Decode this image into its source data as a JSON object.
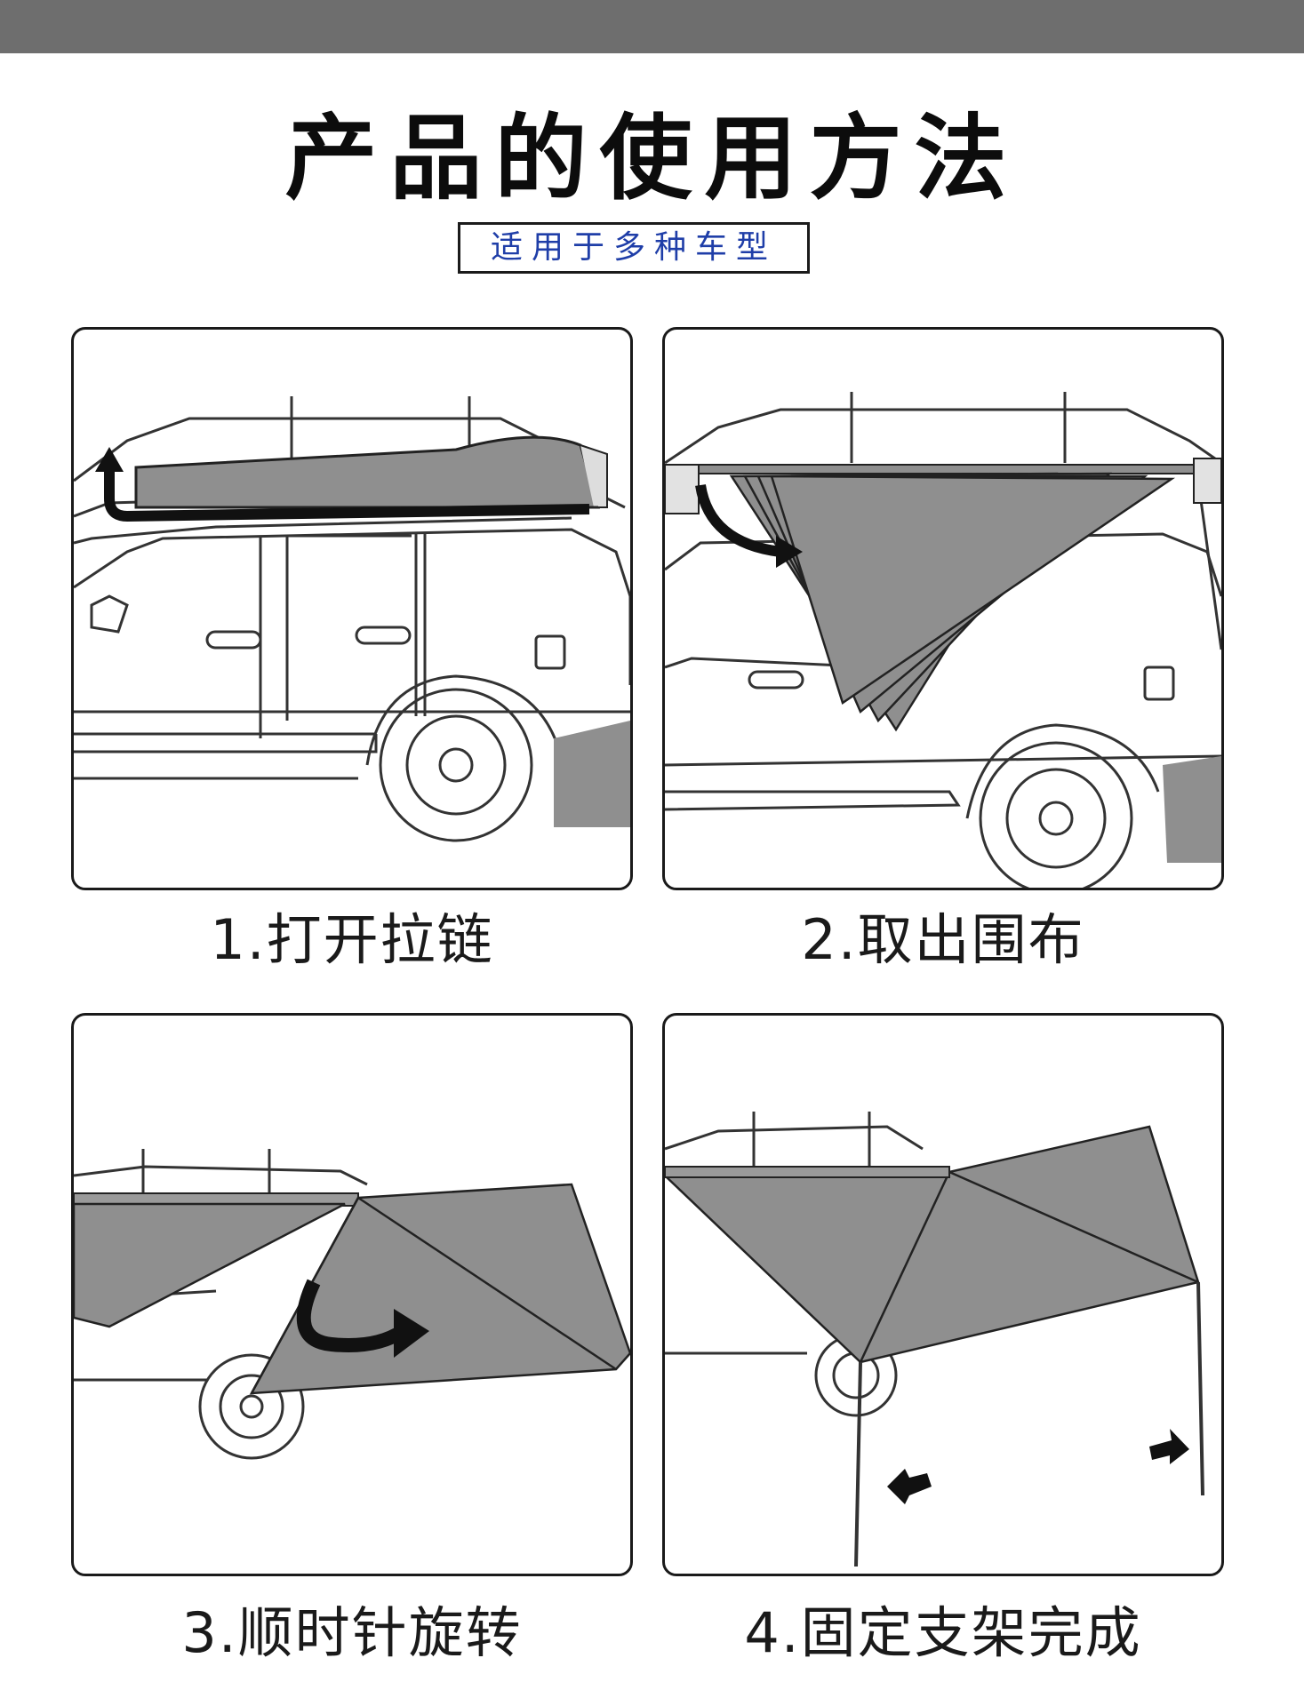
{
  "title": "产品的使用方法",
  "subtitle": "适用于多种车型",
  "steps": [
    {
      "caption": "1.打开拉链",
      "icon": "car-awning-zipper-illustration"
    },
    {
      "caption": "2.取出围布",
      "icon": "car-awning-unfold-illustration"
    },
    {
      "caption": "3.顺时针旋转",
      "icon": "car-awning-rotate-illustration"
    },
    {
      "caption": "4.固定支架完成",
      "icon": "car-awning-poles-illustration"
    }
  ],
  "colors": {
    "canvas": "#8f8f8f",
    "line": "#2b2b2b",
    "topbar": "#6e6e6e",
    "subtitle": "#1f3ea8"
  }
}
